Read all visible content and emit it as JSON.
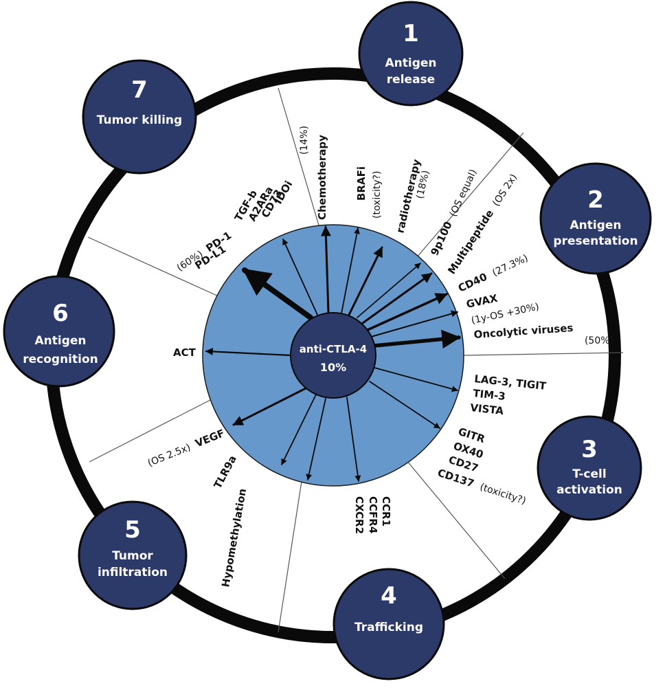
{
  "colors": {
    "step_fill": "#2b3a68",
    "inner_disc": "#6698cc",
    "ring": "#0a0a0a",
    "arrow": "#0a0a0a",
    "divider": "#555555"
  },
  "center": {
    "label": "anti-CTLA-4",
    "value": "10%"
  },
  "steps": [
    {
      "number": "1",
      "name_lines": [
        "Antigen",
        "release"
      ]
    },
    {
      "number": "2",
      "name_lines": [
        "Antigen",
        "presentation"
      ]
    },
    {
      "number": "3",
      "name_lines": [
        "T-cell",
        "activation"
      ]
    },
    {
      "number": "4",
      "name_lines": [
        "Trafficking"
      ]
    },
    {
      "number": "5",
      "name_lines": [
        "Tumor",
        "infiltration"
      ]
    },
    {
      "number": "6",
      "name_lines": [
        "Antigen",
        "recognition"
      ]
    },
    {
      "number": "7",
      "name_lines": [
        "Tumor killing"
      ]
    }
  ],
  "combinations": {
    "pd1": {
      "label": "PD-1",
      "note": "(60%)"
    },
    "pdl1": {
      "label": "PD-L1"
    },
    "tgfb": {
      "label": "TGF-b"
    },
    "a2ara": {
      "label": "A2ARa"
    },
    "cd73": {
      "label": "CD73"
    },
    "idoi": {
      "label": "IDOi"
    },
    "chemotherapy": {
      "label": "Chemotherapy",
      "note": "(14%)"
    },
    "brafi": {
      "label": "BRAFi",
      "note": "(toxicity?)"
    },
    "radiotherapy": {
      "label": "radiotherapy",
      "note": "(18%)"
    },
    "gp100": {
      "label": "9p100",
      "note": "(OS equal)"
    },
    "multipeptide": {
      "label": "Multipeptide",
      "note": "(OS 2x)"
    },
    "cd40": {
      "label": "CD40",
      "note": "(27.3%)"
    },
    "gvax": {
      "label": "GVAX",
      "note": "(1y-OS +30%)"
    },
    "oncolytic": {
      "label": "Oncolytic viruses",
      "note": "(50%)"
    },
    "checkpoints": {
      "lines": [
        "LAG-3, TIGIT",
        "TIM-3",
        "VISTA"
      ]
    },
    "costim": {
      "lines": [
        "GITR",
        "OX40",
        "CD27",
        "CD137"
      ],
      "note": "(toxicity?)"
    },
    "chemokines": {
      "lines": [
        "CCR1",
        "CCFR4",
        "CXCR2"
      ]
    },
    "hypomethylation": {
      "label": "Hypomethylation"
    },
    "tlr9a": {
      "label": "TLR9a"
    },
    "vegf": {
      "label": "VEGF",
      "note": "(OS 2.5x)"
    },
    "act": {
      "label": "ACT"
    }
  }
}
